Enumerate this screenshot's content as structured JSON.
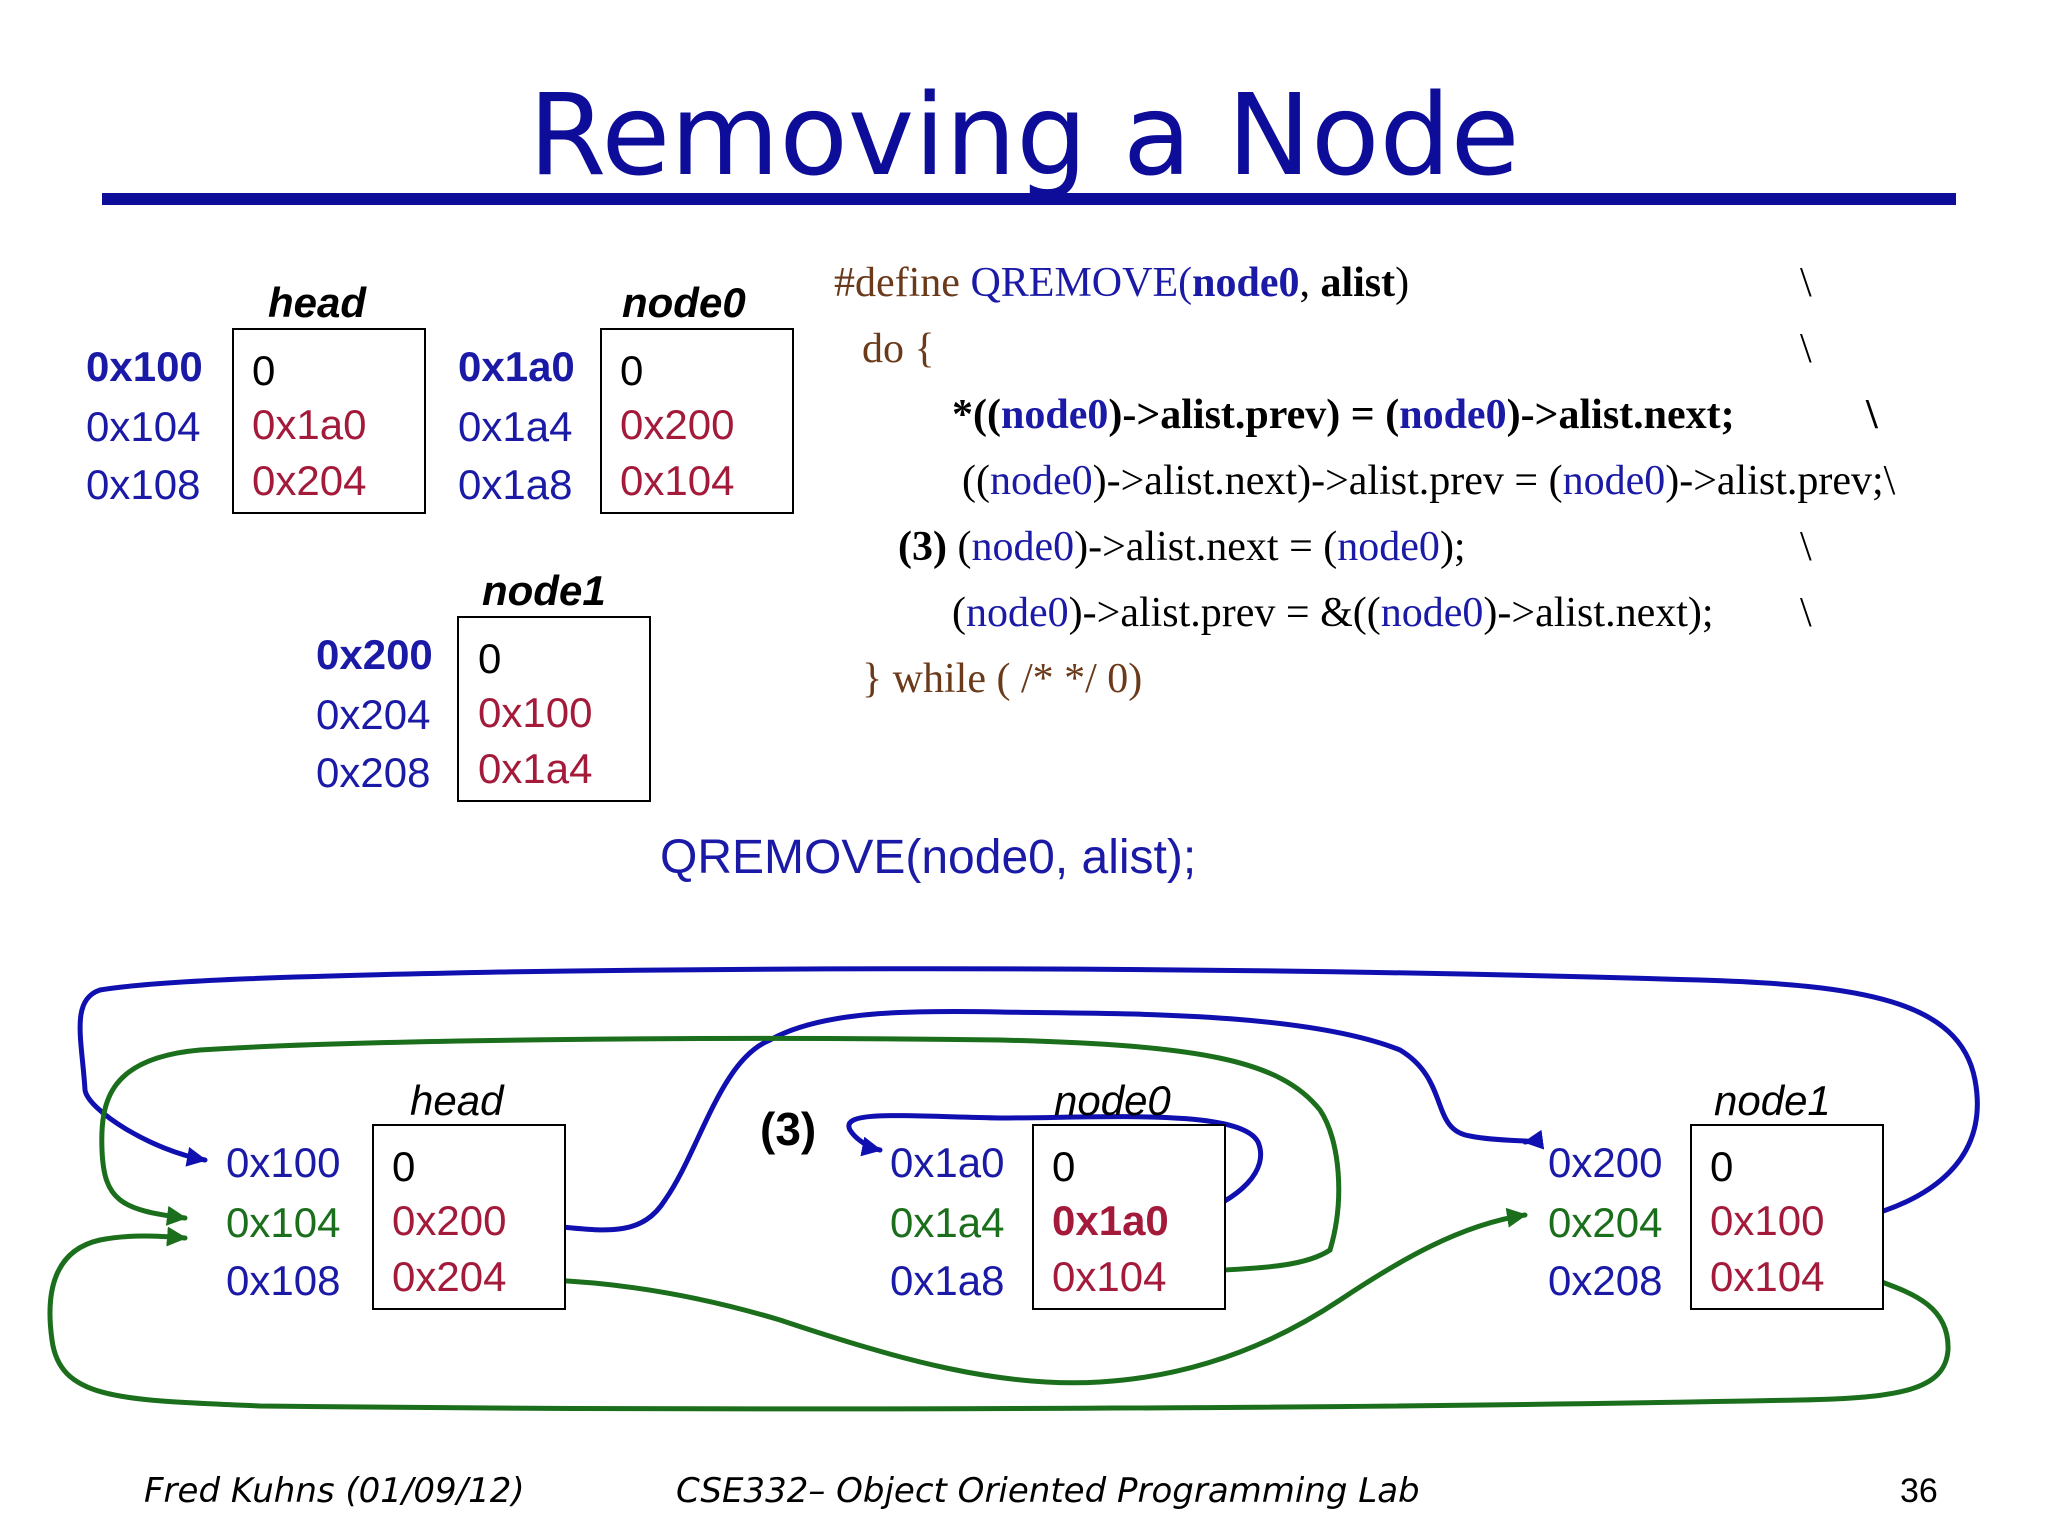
{
  "title": "Removing a Node",
  "top_state": {
    "head": {
      "label": "head",
      "addrs": [
        "0x100",
        "0x104",
        "0x108"
      ],
      "vals": [
        "0",
        "0x1a0",
        "0x204"
      ]
    },
    "node0": {
      "label": "node0",
      "addrs": [
        "0x1a0",
        "0x1a4",
        "0x1a8"
      ],
      "vals": [
        "0",
        "0x200",
        "0x104"
      ]
    },
    "node1": {
      "label": "node1",
      "addrs": [
        "0x200",
        "0x204",
        "0x208"
      ],
      "vals": [
        "0",
        "0x100",
        "0x1a4"
      ]
    }
  },
  "code": {
    "l1_define": "#define ",
    "l1_macro": "QREMOVE(",
    "l1_arg1": "node0",
    "l1_comma": ", ",
    "l1_arg2": "alist",
    "l1_close": ")",
    "l1_bs": "\\",
    "l2": "do {",
    "l2_bs": "\\",
    "l3_a": "*((",
    "l3_b": "node0",
    "l3_c": ")->alist.prev) = (",
    "l3_d": "node0",
    "l3_e": ")->alist.next;",
    "l3_bs": "\\",
    "l4_a": "((",
    "l4_b": "node0",
    "l4_c": ")->alist.next)->alist.prev = (",
    "l4_d": "node0",
    "l4_e": ")->alist.prev;\\",
    "l5_step": "(3)",
    "l5_a": " (",
    "l5_b": "node0",
    "l5_c": ")->alist.next = (",
    "l5_d": "node0",
    "l5_e": ");",
    "l5_bs": "\\",
    "l6_a": "(",
    "l6_b": "node0",
    "l6_c": ")->alist.prev = &((",
    "l6_d": "node0",
    "l6_e": ")->alist.next);",
    "l6_bs": "\\",
    "l7": "} while ( /* */ 0)"
  },
  "call": "QREMOVE(node0, alist);",
  "bottom_state": {
    "step": "(3)",
    "head": {
      "label": "head",
      "addrs": [
        "0x100",
        "0x104",
        "0x108"
      ],
      "vals": [
        "0",
        "0x200",
        "0x204"
      ]
    },
    "node0": {
      "label": "node0",
      "addrs": [
        "0x1a0",
        "0x1a4",
        "0x1a8"
      ],
      "vals": [
        "0",
        "0x1a0",
        "0x104"
      ]
    },
    "node1": {
      "label": "node1",
      "addrs": [
        "0x200",
        "0x204",
        "0x208"
      ],
      "vals": [
        "0",
        "0x100",
        "0x104"
      ]
    }
  },
  "colors": {
    "title": "#0d0d99",
    "address": "#1a1aa6",
    "value": "#a31a3a",
    "next_arrow": "#1010b0",
    "prev_arrow": "#1b6e1b"
  },
  "footer": {
    "author": "Fred Kuhns (01/09/12)",
    "course": "CSE332– Object Oriented Programming Lab",
    "page": "36"
  }
}
